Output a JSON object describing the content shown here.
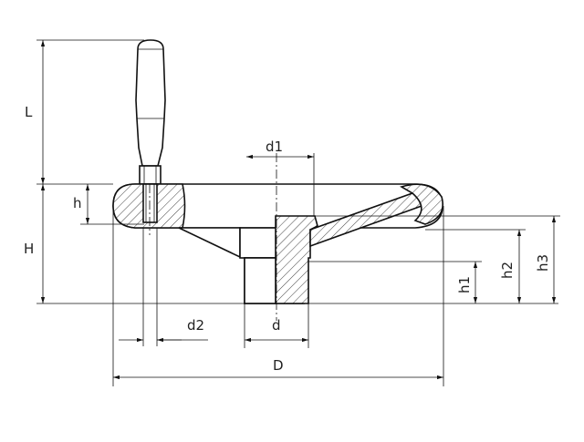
{
  "drawing": {
    "labels": {
      "L": "L",
      "H": "H",
      "h": "h",
      "d1": "d1",
      "d2": "d2",
      "d": "d",
      "D": "D",
      "h1": "h1",
      "h2": "h2",
      "h3": "h3"
    }
  }
}
